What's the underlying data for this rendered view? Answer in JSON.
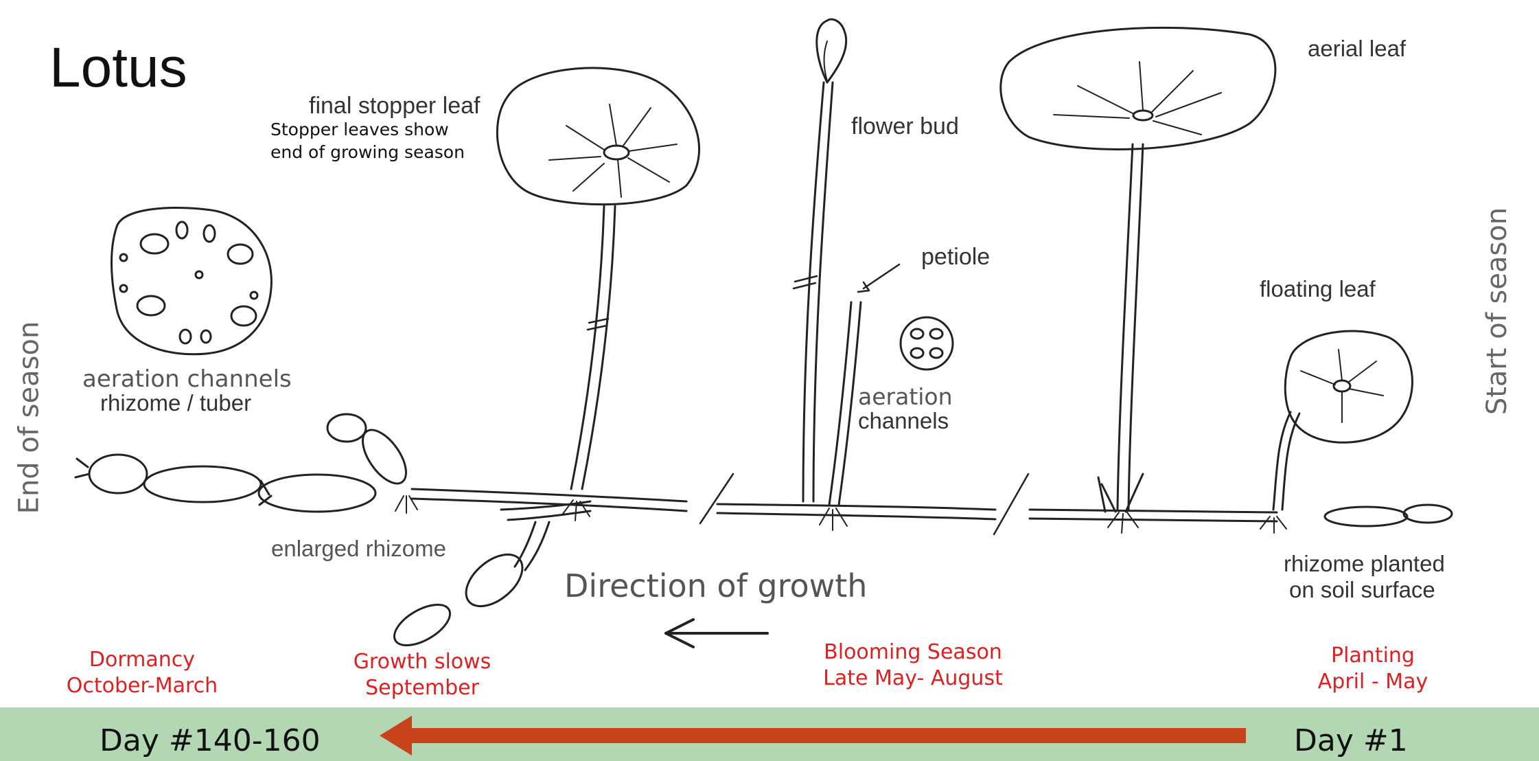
{
  "title": "Lotus",
  "labels": {
    "final_stopper_leaf": "final stopper leaf",
    "stopper_note_line1": "Stopper leaves show",
    "stopper_note_line2": "end of growing season",
    "flower_bud": "flower bud",
    "aerial_leaf": "aerial leaf",
    "petiole": "petiole",
    "floating_leaf": "floating leaf",
    "aeration_channels_left": "aeration channels",
    "rhizome_tuber": "rhizome / tuber",
    "aeration_center": "aeration",
    "channels_center": "channels",
    "enlarged_rhizome": "enlarged rhizome",
    "direction_of_growth": "Direction of growth",
    "rhizome_planted_line1": "rhizome planted",
    "rhizome_planted_line2": "on soil surface",
    "end_of_season": "End of season",
    "start_of_season": "Start of season"
  },
  "stages": [
    {
      "line1": "Dormancy",
      "line2": "October-March"
    },
    {
      "line1": "Growth slows",
      "line2": "September"
    },
    {
      "line1": "Blooming Season",
      "line2": "Late May- August"
    },
    {
      "line1": "Planting",
      "line2": "April - May"
    }
  ],
  "timeline": {
    "start_label": "Day #140-160",
    "end_label": "Day #1",
    "band_color": "#b3d6b3",
    "arrow_color": "#c9431a"
  },
  "colors": {
    "stage_text": "#e02020"
  }
}
